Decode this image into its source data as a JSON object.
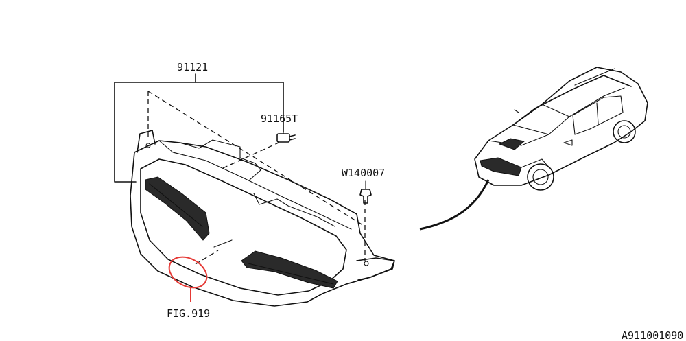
{
  "labels": {
    "assembly": "91121",
    "clip": "91165T",
    "screw": "W140007",
    "figure_ref": "FIG.919",
    "diagram_code": "A911001090"
  },
  "colors": {
    "ink": "#111111",
    "highlight": "#e53935",
    "background": "#ffffff"
  }
}
